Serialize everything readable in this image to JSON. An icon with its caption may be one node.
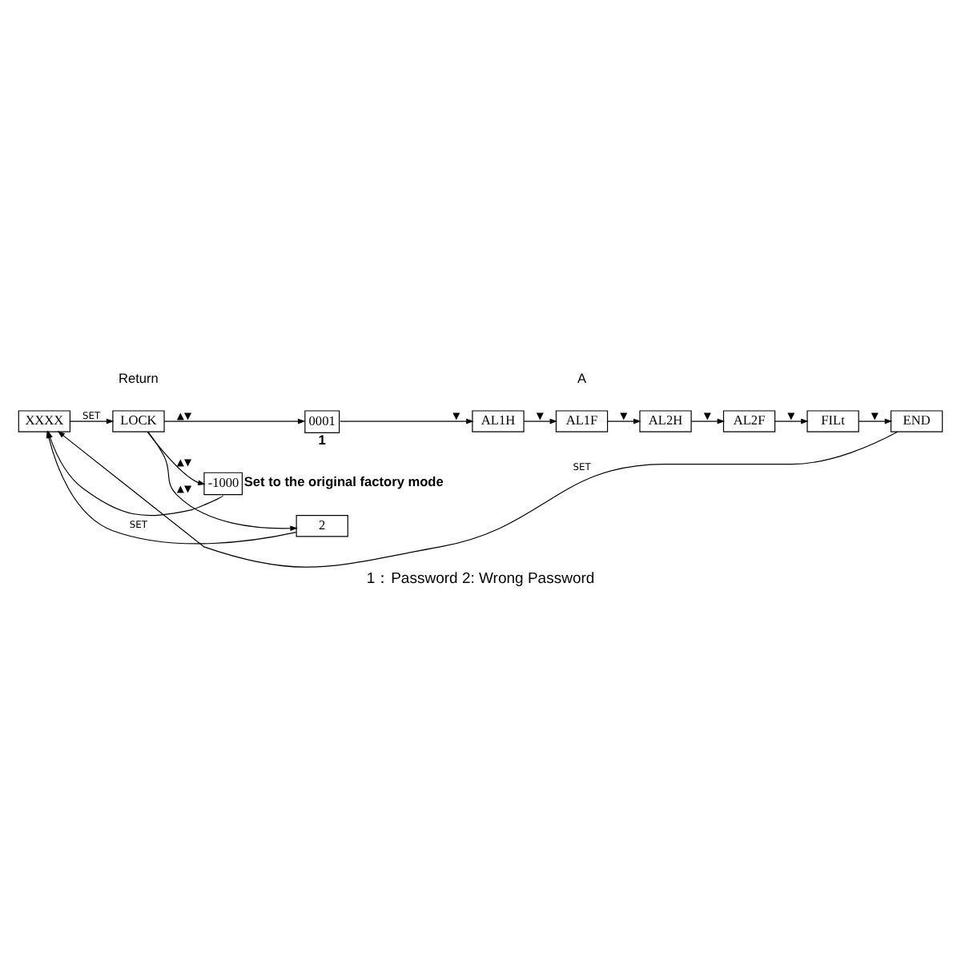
{
  "diagram": {
    "caption": "1：Password 2: Wrong Password",
    "nodes": [
      {
        "text": [
          "XXXX"
        ]
      },
      {
        "text": [
          "LOCK"
        ]
      },
      {
        "text": [
          "0001"
        ],
        "beside": [
          "1"
        ]
      },
      {
        "text": [
          "AL1H"
        ]
      },
      {
        "text": [
          "AL1F"
        ]
      },
      {
        "text": [
          "AL2H"
        ]
      },
      {
        "text": [
          "AL2F"
        ]
      },
      {
        "text": [
          "FILt"
        ]
      },
      {
        "text": [
          "END"
        ]
      },
      {
        "text": [
          "-1000"
        ],
        "beside": [
          "Set to the original factory mode"
        ]
      },
      {
        "text": [
          "2"
        ]
      }
    ],
    "edges": [
      {
        "from": 0,
        "to": 1,
        "arrow": "to",
        "label": "SET"
      },
      {
        "from": 1,
        "to": 2,
        "arrow": "to",
        "label": "▲▼"
      },
      {
        "from": 2,
        "to": 3,
        "arrow": "to",
        "label": "▼"
      },
      {
        "from": 3,
        "to": 4,
        "arrow": "to",
        "label": "▼"
      },
      {
        "from": 4,
        "to": 5,
        "arrow": "to",
        "label": "▼"
      },
      {
        "from": 5,
        "to": 6,
        "arrow": "to",
        "label": "▼"
      },
      {
        "from": 6,
        "to": 7,
        "arrow": "to",
        "label": "▼"
      },
      {
        "from": 7,
        "to": 8,
        "arrow": "to",
        "label": "▼"
      },
      {
        "from": 1,
        "to": 9,
        "arrow": "to",
        "label": "▲▼"
      },
      {
        "from": 1,
        "to": 10,
        "arrow": "to",
        "label": "▲▼"
      },
      {
        "from": 8,
        "to": 0,
        "arrow": "to",
        "label": "SET"
      },
      {
        "from": 9,
        "to": 0,
        "arrow": "to"
      },
      {
        "from": 10,
        "to": 0,
        "arrow": "to",
        "label": "SET"
      }
    ],
    "labels": [
      "Return",
      "A"
    ]
  }
}
